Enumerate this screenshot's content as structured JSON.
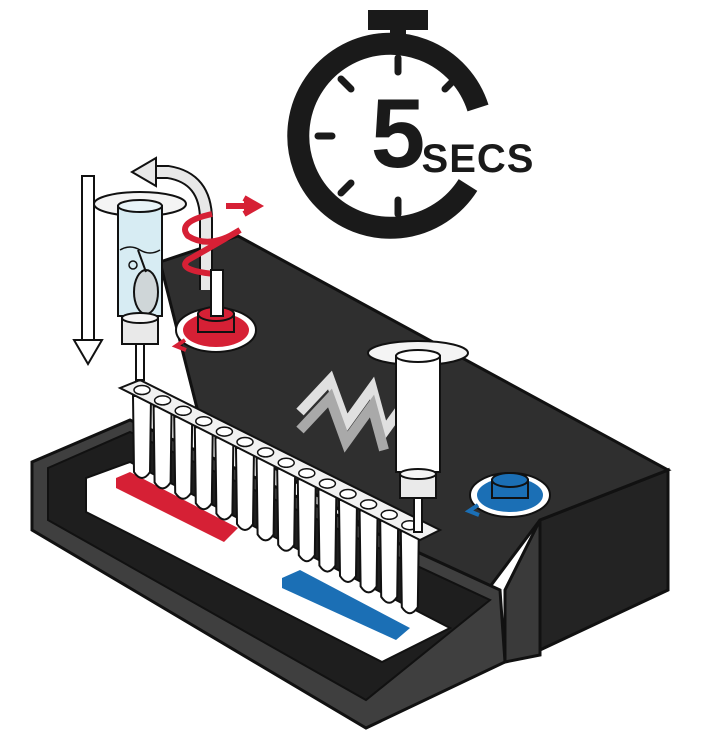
{
  "timer": {
    "number": "5",
    "unit": "SECS",
    "icon": "stopwatch-icon"
  },
  "colors": {
    "black": "#111111",
    "dark_gray": "#2c2c2c",
    "mid_gray": "#3b3b3b",
    "red": "#d62035",
    "blue": "#1b6fb5",
    "light_gray": "#d9d9d9",
    "white": "#ffffff",
    "glass": "#d7ecf3"
  },
  "tubes": {
    "count": 14
  }
}
